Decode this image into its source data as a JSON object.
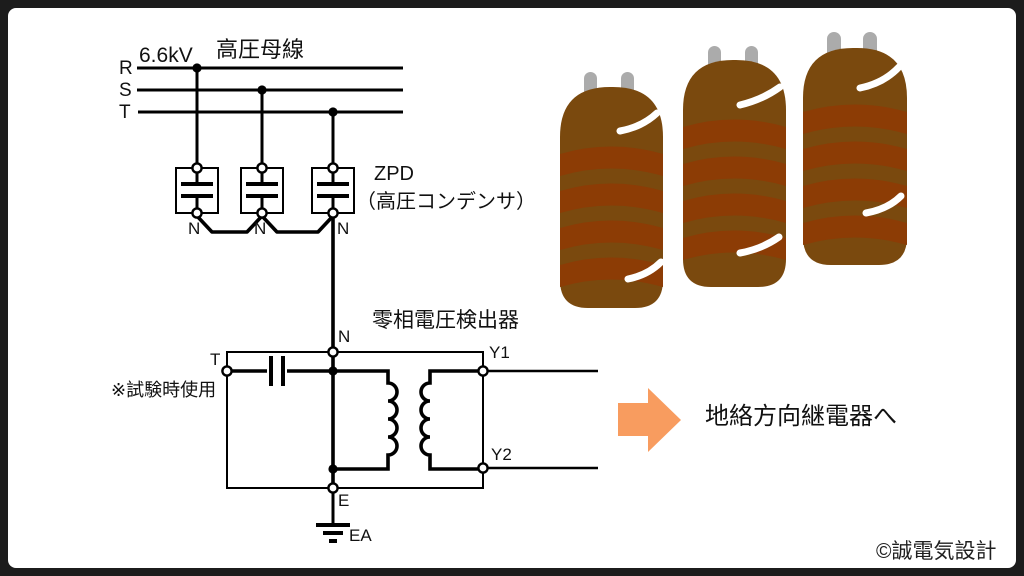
{
  "colors": {
    "frame": "#1c1c1c",
    "line": "#000000",
    "accent": "#F89C5F",
    "cyl-body": "#7A490E",
    "cyl-band": "#8C3C05",
    "cyl-pin": "#ABABAB",
    "highlight": "#FFFFFF"
  },
  "schematic": {
    "voltage": "6.6kV",
    "bus_label": "高圧母線",
    "phases": [
      "R",
      "S",
      "T"
    ],
    "zpd_title": "ZPD",
    "zpd_subtitle": "（高圧コンデンサ）",
    "cap_terminals": [
      "N",
      "N",
      "N"
    ],
    "neutral": "N",
    "detector": {
      "title": "零相電圧検出器",
      "test_note": "※試験時使用",
      "term_n": "N",
      "term_t": "T",
      "term_y1": "Y1",
      "term_y2": "Y2",
      "term_e": "E",
      "term_ea": "EA"
    },
    "arrow_label": "地絡方向継電器へ"
  },
  "watermark": "©誠電気設計"
}
